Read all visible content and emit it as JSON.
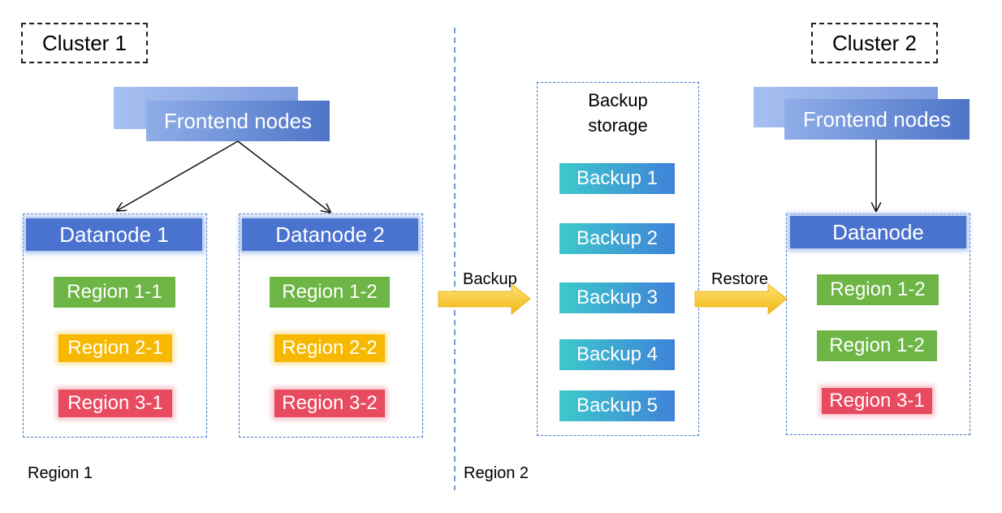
{
  "cluster1": {
    "title": "Cluster 1",
    "frontend": "Frontend nodes",
    "datanodes": [
      {
        "title": "Datanode 1",
        "regions": [
          "Region 1-1",
          "Region 2-1",
          "Region 3-1"
        ]
      },
      {
        "title": "Datanode 2",
        "regions": [
          "Region 1-2",
          "Region 2-2",
          "Region 3-2"
        ]
      }
    ]
  },
  "cluster2": {
    "title": "Cluster 2",
    "frontend": "Frontend nodes",
    "datanode": {
      "title": "Datanode",
      "regions": [
        "Region 1-2",
        "Region 1-2",
        "Region 3-1"
      ]
    }
  },
  "storage": {
    "title_line1": "Backup",
    "title_line2": "storage",
    "backups": [
      "Backup 1",
      "Backup 2",
      "Backup 3",
      "Backup 4",
      "Backup 5"
    ]
  },
  "arrows": {
    "backup": "Backup",
    "restore": "Restore"
  },
  "zones": {
    "left": "Region 1",
    "right": "Region 2"
  },
  "colors": {
    "region_green": "#6db544",
    "region_yellow": "#f6b800",
    "region_red": "#e84a5f",
    "datanode_blue": "#4a72cf",
    "arrow_yellow": "#f7c21a"
  }
}
